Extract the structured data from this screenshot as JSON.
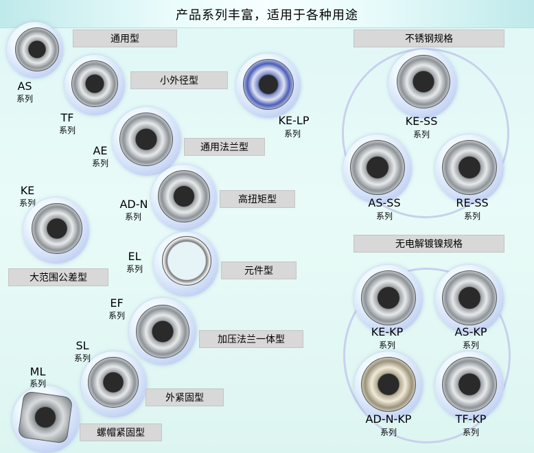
{
  "header": {
    "title": "产品系列丰富，适用于各种用途"
  },
  "series_word": "系列",
  "left": {
    "labels": {
      "general": "通用型",
      "small_od": "小外径型",
      "general_flange": "通用法兰型",
      "high_torque": "高扭矩型",
      "large_tolerance": "大范围公差型",
      "element": "元件型",
      "pressure_flange": "加压法兰一体型",
      "outer_clamp": "外紧固型",
      "nut_clamp": "螺帽紧固型"
    },
    "codes": {
      "as": "AS",
      "tf": "TF",
      "ke_lp": "KE-LP",
      "ae": "AE",
      "ke": "KE",
      "ad_n": "AD-N",
      "el": "EL",
      "ef": "EF",
      "sl": "SL",
      "ml": "ML"
    }
  },
  "right": {
    "stainless": {
      "title": "不锈钢规格",
      "codes": {
        "ke_ss": "KE-SS",
        "as_ss": "AS-SS",
        "re_ss": "RE-SS"
      }
    },
    "nickel": {
      "title": "无电解镀镍规格",
      "codes": {
        "ke_kp": "KE-KP",
        "as_kp": "AS-KP",
        "ad_n_kp": "AD-N-KP",
        "tf_kp": "TF-KP"
      }
    }
  }
}
